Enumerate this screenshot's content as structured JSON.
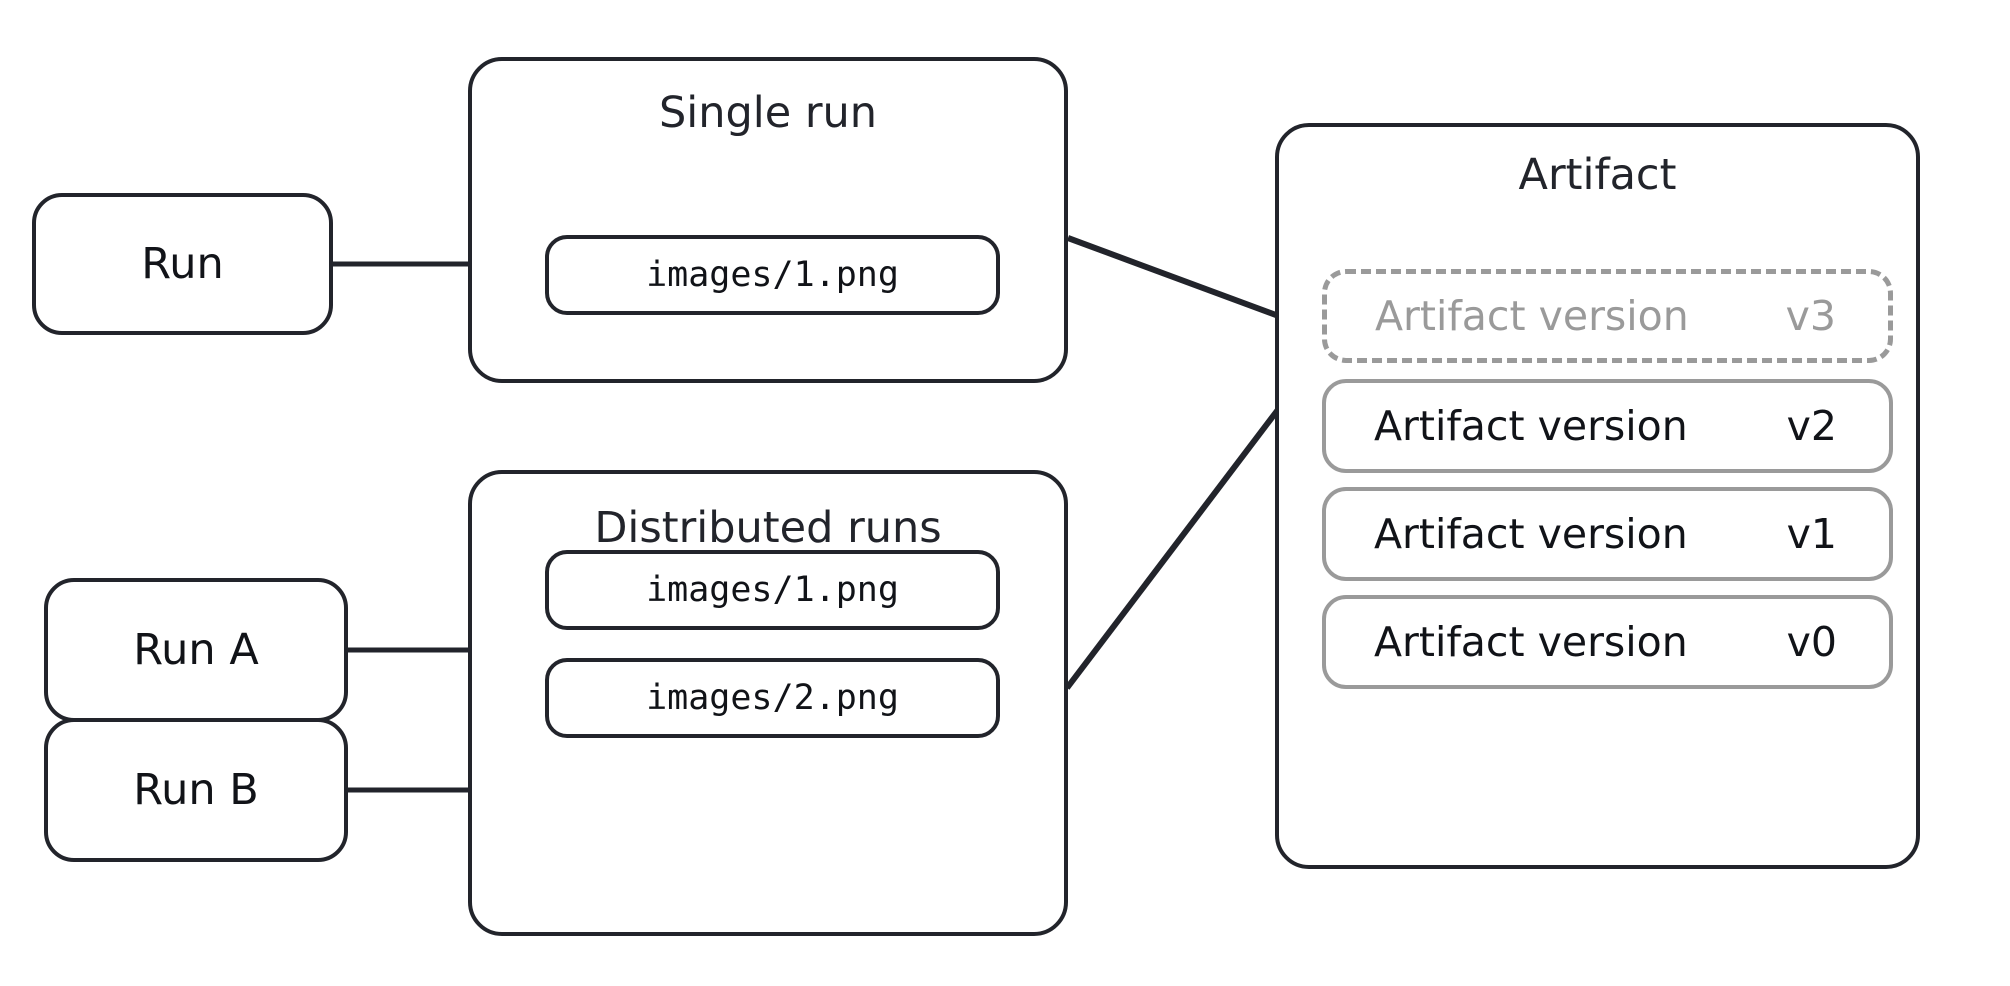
{
  "diagram": {
    "title": "W&B Artifacts run-to-artifact-version logging diagram",
    "colors": {
      "stroke_dark": "#22242b",
      "stroke_muted": "#9a9a9a",
      "text_dark": "#111318",
      "text_muted": "#9a9a9a",
      "background": "#ffffff"
    }
  },
  "runs": {
    "single": {
      "label": "Run"
    },
    "distributed": [
      {
        "label": "Run A"
      },
      {
        "label": "Run B"
      }
    ]
  },
  "groups": {
    "single_run": {
      "title": "Single run",
      "files": [
        {
          "path": "images/1.png"
        }
      ]
    },
    "distributed_runs": {
      "title": "Distributed runs",
      "files": [
        {
          "path": "images/1.png"
        },
        {
          "path": "images/2.png"
        }
      ]
    }
  },
  "artifact": {
    "title": "Artifact",
    "versions": [
      {
        "name": "Artifact version",
        "tag": "v3",
        "state": "draft"
      },
      {
        "name": "Artifact version",
        "tag": "v2",
        "state": "committed"
      },
      {
        "name": "Artifact version",
        "tag": "v1",
        "state": "committed"
      },
      {
        "name": "Artifact version",
        "tag": "v0",
        "state": "committed"
      }
    ]
  },
  "edges": [
    {
      "from": "Run",
      "to": "images/1.png"
    },
    {
      "from": "Run A",
      "to": "images/1.png"
    },
    {
      "from": "Run B",
      "to": "images/2.png"
    },
    {
      "from": "Single run",
      "to": "Artifact version v3"
    },
    {
      "from": "Distributed runs",
      "to": "Artifact version v3"
    }
  ]
}
